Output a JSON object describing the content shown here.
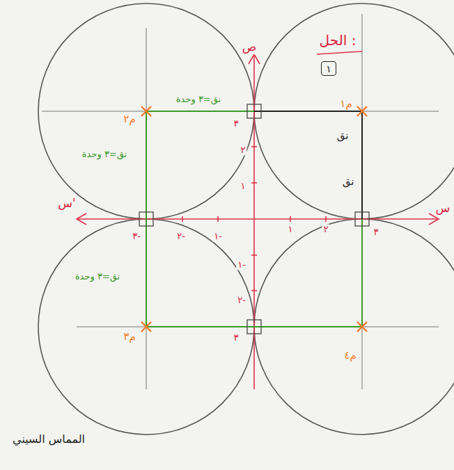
{
  "diagram": {
    "nodes": [
      {
        "text": [
          "١"
        ]
      }
    ],
    "labels": [
      "الحل :",
      "ص",
      "س",
      "س'",
      "نق=٣ وحدة",
      "نق=٣ وحدة",
      "نق=٣ وحدة",
      "م٢",
      "م١",
      "م٣",
      "م٤",
      "نق",
      "نق",
      "٣",
      "٢",
      "١",
      "١-",
      "٢-",
      "٣",
      "٣-",
      "٢-",
      "١-",
      "١",
      "٢",
      "٣",
      "المماس السيني"
    ]
  }
}
